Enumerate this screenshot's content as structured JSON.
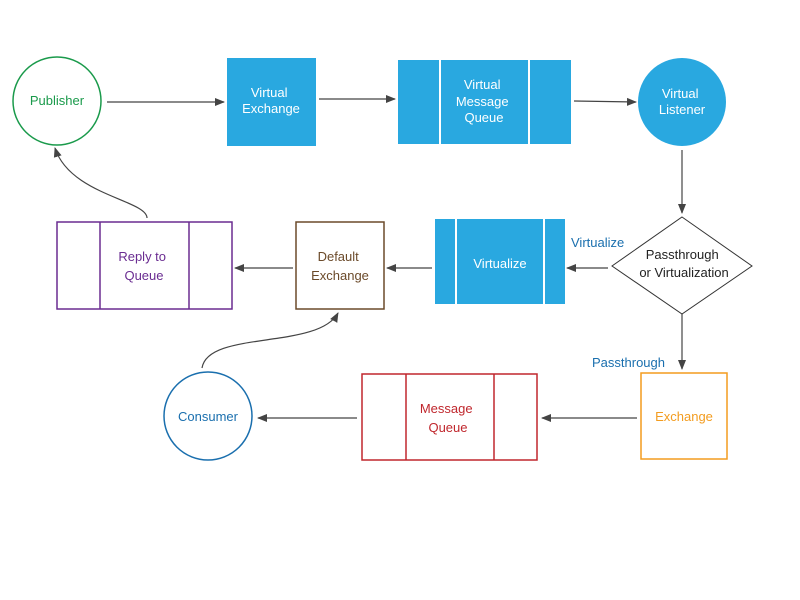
{
  "colors": {
    "virtual": "#29a8e0",
    "publisher": "#1a9a4b",
    "reply": "#6a2c91",
    "default_exchange": "#6b4a2a",
    "consumer": "#1a6fae",
    "message_queue": "#c0272d",
    "exchange": "#f39c1f",
    "decision": "#333333",
    "edge_label": "#1a6fae",
    "arrow": "#444444"
  },
  "nodes": {
    "publisher": "Publisher",
    "virtual_exchange": [
      "Virtual",
      "Exchange"
    ],
    "virtual_queue": [
      "Virtual",
      "Message",
      "Queue"
    ],
    "virtual_listener": [
      "Virtual",
      "Listener"
    ],
    "decision": [
      "Passthrough",
      "or Virtualization"
    ],
    "virtualize": "Virtualize",
    "default_exchange": [
      "Default",
      "Exchange"
    ],
    "reply_queue": [
      "Reply to",
      "Queue"
    ],
    "exchange": "Exchange",
    "message_queue": [
      "Message",
      "Queue"
    ],
    "consumer": "Consumer"
  },
  "edge_labels": {
    "virtualize": "Virtualize",
    "passthrough": "Passthrough"
  }
}
